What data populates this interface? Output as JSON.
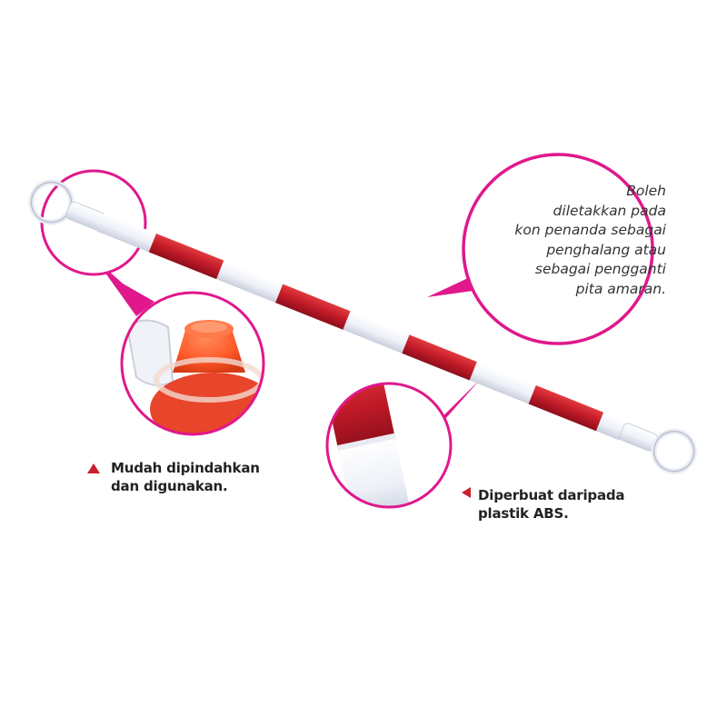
{
  "colors": {
    "accent_magenta": "#e0188c",
    "stripe_red": "#c8202f",
    "bar_white": "#f4f6fb",
    "bullet_red": "#c8202f"
  },
  "speech_bubble": {
    "lines": [
      "Boleh",
      "diletakkan pada",
      "kon penanda sebagai",
      "penghalang atau",
      "sebagai pengganti",
      "pita amaran."
    ]
  },
  "feature_left": {
    "icon": "triangle-bullet-icon",
    "lines": [
      "Mudah dipindahkan",
      "dan digunakan."
    ]
  },
  "feature_right": {
    "icon": "triangle-bullet-icon",
    "lines": [
      "Diperbuat daripada",
      "plastik ABS."
    ]
  }
}
